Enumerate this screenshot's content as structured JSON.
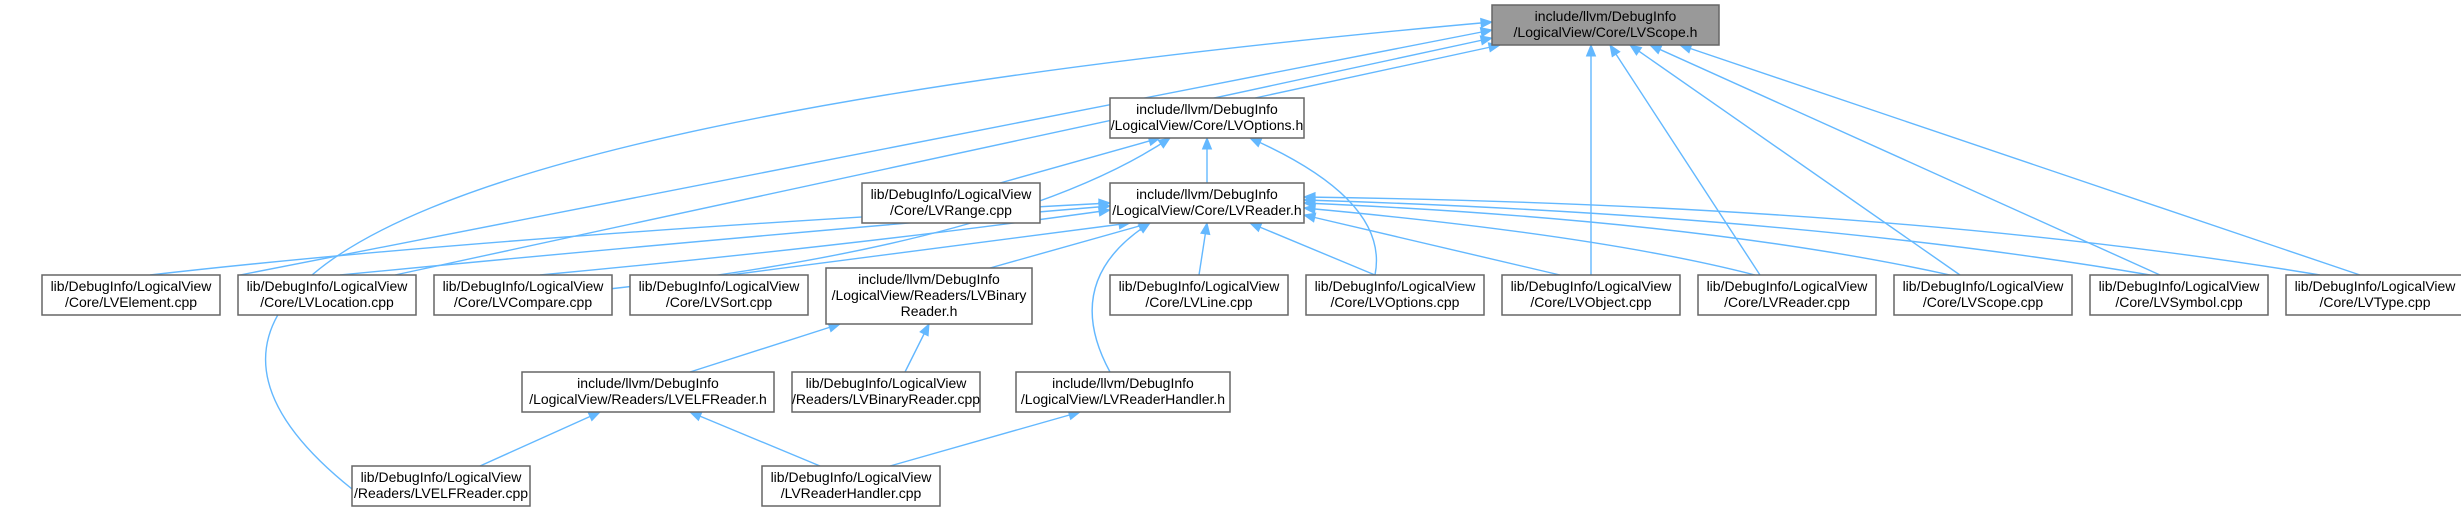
{
  "diagram": {
    "colors": {
      "node_fill": "#ffffff",
      "root_fill": "#999999",
      "border": "#666666",
      "edge": "#63b8ff",
      "text": "#000000"
    },
    "nodes": [
      {
        "id": "lvscope_h",
        "lines": [
          "include/llvm/DebugInfo",
          "/LogicalView/Core/LVScope.h"
        ],
        "highlighted": true
      },
      {
        "id": "lvoptions_h",
        "lines": [
          "include/llvm/DebugInfo",
          "/LogicalView/Core/LVOptions.h"
        ]
      },
      {
        "id": "lvrange_cpp",
        "lines": [
          "lib/DebugInfo/LogicalView",
          "/Core/LVRange.cpp"
        ]
      },
      {
        "id": "lvreader_h",
        "lines": [
          "include/llvm/DebugInfo",
          "/LogicalView/Core/LVReader.h"
        ]
      },
      {
        "id": "lvelement_cpp",
        "lines": [
          "lib/DebugInfo/LogicalView",
          "/Core/LVElement.cpp"
        ]
      },
      {
        "id": "lvlocation_cpp",
        "lines": [
          "lib/DebugInfo/LogicalView",
          "/Core/LVLocation.cpp"
        ]
      },
      {
        "id": "lvcompare_cpp",
        "lines": [
          "lib/DebugInfo/LogicalView",
          "/Core/LVCompare.cpp"
        ]
      },
      {
        "id": "lvsort_cpp",
        "lines": [
          "lib/DebugInfo/LogicalView",
          "/Core/LVSort.cpp"
        ]
      },
      {
        "id": "lvbinaryreader_h",
        "lines": [
          "include/llvm/DebugInfo",
          "/LogicalView/Readers/LVBinary",
          "Reader.h"
        ]
      },
      {
        "id": "lvline_cpp",
        "lines": [
          "lib/DebugInfo/LogicalView",
          "/Core/LVLine.cpp"
        ]
      },
      {
        "id": "lvoptions_cpp",
        "lines": [
          "lib/DebugInfo/LogicalView",
          "/Core/LVOptions.cpp"
        ]
      },
      {
        "id": "lvobject_cpp",
        "lines": [
          "lib/DebugInfo/LogicalView",
          "/Core/LVObject.cpp"
        ]
      },
      {
        "id": "lvreader_cpp",
        "lines": [
          "lib/DebugInfo/LogicalView",
          "/Core/LVReader.cpp"
        ]
      },
      {
        "id": "lvscope_cpp",
        "lines": [
          "lib/DebugInfo/LogicalView",
          "/Core/LVScope.cpp"
        ]
      },
      {
        "id": "lvsymbol_cpp",
        "lines": [
          "lib/DebugInfo/LogicalView",
          "/Core/LVSymbol.cpp"
        ]
      },
      {
        "id": "lvtype_cpp",
        "lines": [
          "lib/DebugInfo/LogicalView",
          "/Core/LVType.cpp"
        ]
      },
      {
        "id": "lvelfreader_h",
        "lines": [
          "include/llvm/DebugInfo",
          "/LogicalView/Readers/LVELFReader.h"
        ]
      },
      {
        "id": "lvbinaryreader_cpp",
        "lines": [
          "lib/DebugInfo/LogicalView",
          "/Readers/LVBinaryReader.cpp"
        ]
      },
      {
        "id": "lvreaderhandler_h",
        "lines": [
          "include/llvm/DebugInfo",
          "/LogicalView/LVReaderHandler.h"
        ]
      },
      {
        "id": "lvelfreader_cpp",
        "lines": [
          "lib/DebugInfo/LogicalView",
          "/Readers/LVELFReader.cpp"
        ]
      },
      {
        "id": "lvreaderhandler_cpp",
        "lines": [
          "lib/DebugInfo/LogicalView",
          "/LVReaderHandler.cpp"
        ]
      }
    ],
    "edges": [
      [
        "lvoptions_h",
        "lvscope_h"
      ],
      [
        "lvelement_cpp",
        "lvscope_h"
      ],
      [
        "lvlocation_cpp",
        "lvscope_h"
      ],
      [
        "lvelfreader_cpp",
        "lvscope_h"
      ],
      [
        "lvobject_cpp",
        "lvscope_h"
      ],
      [
        "lvreader_cpp",
        "lvscope_h"
      ],
      [
        "lvscope_cpp",
        "lvscope_h"
      ],
      [
        "lvsymbol_cpp",
        "lvscope_h"
      ],
      [
        "lvtype_cpp",
        "lvscope_h"
      ],
      [
        "lvrange_cpp",
        "lvoptions_h"
      ],
      [
        "lvreader_h",
        "lvoptions_h"
      ],
      [
        "lvcompare_cpp",
        "lvoptions_h"
      ],
      [
        "lvoptions_cpp",
        "lvoptions_h"
      ],
      [
        "lvelement_cpp",
        "lvreader_h"
      ],
      [
        "lvlocation_cpp",
        "lvreader_h"
      ],
      [
        "lvcompare_cpp",
        "lvreader_h"
      ],
      [
        "lvsort_cpp",
        "lvreader_h"
      ],
      [
        "lvbinaryreader_h",
        "lvreader_h"
      ],
      [
        "lvline_cpp",
        "lvreader_h"
      ],
      [
        "lvoptions_cpp",
        "lvreader_h"
      ],
      [
        "lvobject_cpp",
        "lvreader_h"
      ],
      [
        "lvreader_cpp",
        "lvreader_h"
      ],
      [
        "lvscope_cpp",
        "lvreader_h"
      ],
      [
        "lvsymbol_cpp",
        "lvreader_h"
      ],
      [
        "lvtype_cpp",
        "lvreader_h"
      ],
      [
        "lvreaderhandler_h",
        "lvreader_h"
      ],
      [
        "lvelfreader_h",
        "lvbinaryreader_h"
      ],
      [
        "lvbinaryreader_cpp",
        "lvbinaryreader_h"
      ],
      [
        "lvelfreader_cpp",
        "lvelfreader_h"
      ],
      [
        "lvreaderhandler_cpp",
        "lvelfreader_h"
      ],
      [
        "lvreaderhandler_cpp",
        "lvreaderhandler_h"
      ]
    ]
  }
}
